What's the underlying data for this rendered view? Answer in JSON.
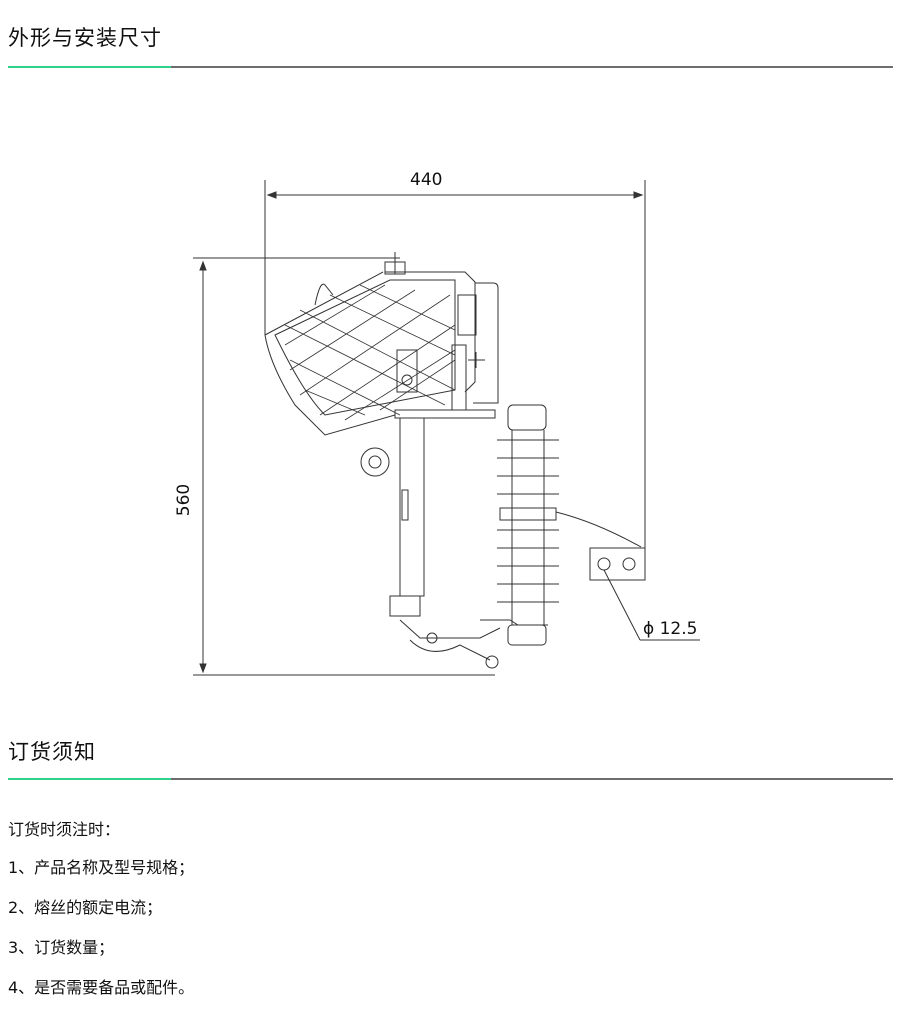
{
  "section1": {
    "title": "外形与安装尺寸"
  },
  "drawing": {
    "width_dim": "440",
    "height_dim": "560",
    "hole_dim": "ϕ 12.5"
  },
  "section2": {
    "title": "订货须知"
  },
  "notes": {
    "intro": "订货时须注时：",
    "items": [
      "1、产品名称及型号规格；",
      "2、熔丝的额定电流；",
      "3、订货数量；",
      "4、是否需要备品或配件。"
    ]
  },
  "colors": {
    "accent": "#2fd28a",
    "rule": "#6e6e6e"
  }
}
